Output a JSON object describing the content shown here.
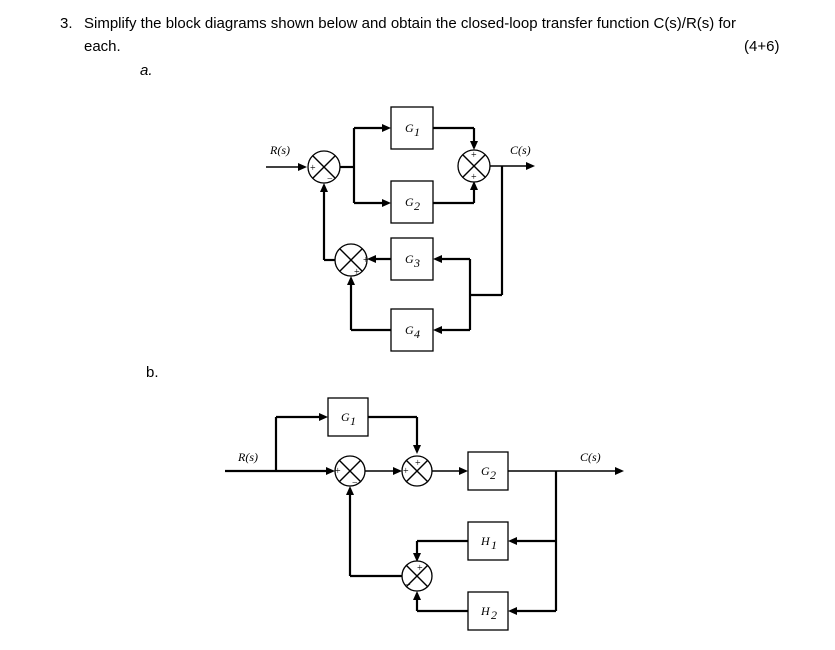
{
  "question": {
    "number": "3.",
    "text_line1": "Simplify the block diagrams shown below and obtain the closed-loop transfer function C(s)/R(s) for",
    "text_line2": "each.",
    "marks": "(4+6)"
  },
  "part_a": {
    "label": "a.",
    "input": "R(s)",
    "output": "C(s)",
    "blocks": [
      "G1",
      "G2",
      "G3",
      "G4"
    ],
    "blocks_display": [
      {
        "base": "G",
        "sub": "1"
      },
      {
        "base": "G",
        "sub": "2"
      },
      {
        "base": "G",
        "sub": "3"
      },
      {
        "base": "G",
        "sub": "4"
      }
    ],
    "sum1_signs": [
      "+",
      "−"
    ],
    "sum_out_signs": [
      "+",
      "+"
    ],
    "sum_inner_signs": [
      "+",
      "+"
    ]
  },
  "part_b": {
    "label": "b.",
    "input": "R(s)",
    "output": "C(s)",
    "blocks": [
      "G1",
      "G2",
      "H1",
      "H2"
    ],
    "blocks_display": [
      {
        "base": "G",
        "sub": "1"
      },
      {
        "base": "G",
        "sub": "2"
      },
      {
        "base": "H",
        "sub": "1"
      },
      {
        "base": "H",
        "sub": "2"
      }
    ],
    "sum1_signs": [
      "+",
      "−"
    ],
    "sum2_signs": [
      "+",
      "+"
    ],
    "sum3_signs": [
      "+",
      "−"
    ]
  }
}
